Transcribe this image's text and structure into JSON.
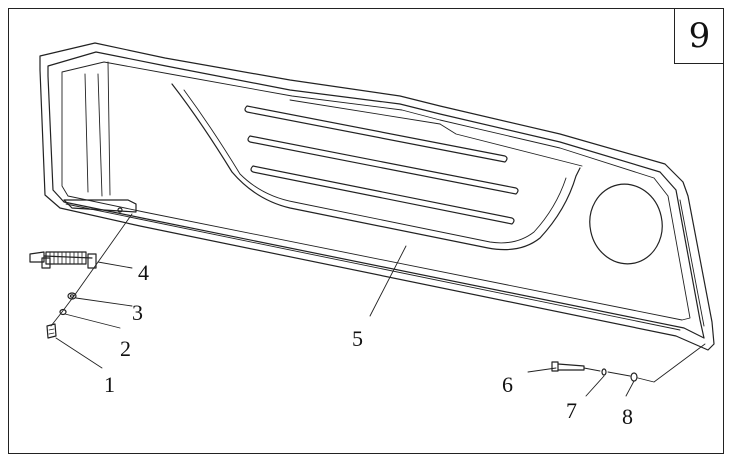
{
  "diagram": {
    "page_number": "9",
    "callouts": [
      {
        "id": "c1",
        "label": "1"
      },
      {
        "id": "c2",
        "label": "2"
      },
      {
        "id": "c3",
        "label": "3"
      },
      {
        "id": "c4",
        "label": "4"
      },
      {
        "id": "c5",
        "label": "5"
      },
      {
        "id": "c6",
        "label": "6"
      },
      {
        "id": "c7",
        "label": "7"
      },
      {
        "id": "c8",
        "label": "8"
      }
    ],
    "colors": {
      "line": "#222222",
      "background": "#ffffff"
    }
  }
}
